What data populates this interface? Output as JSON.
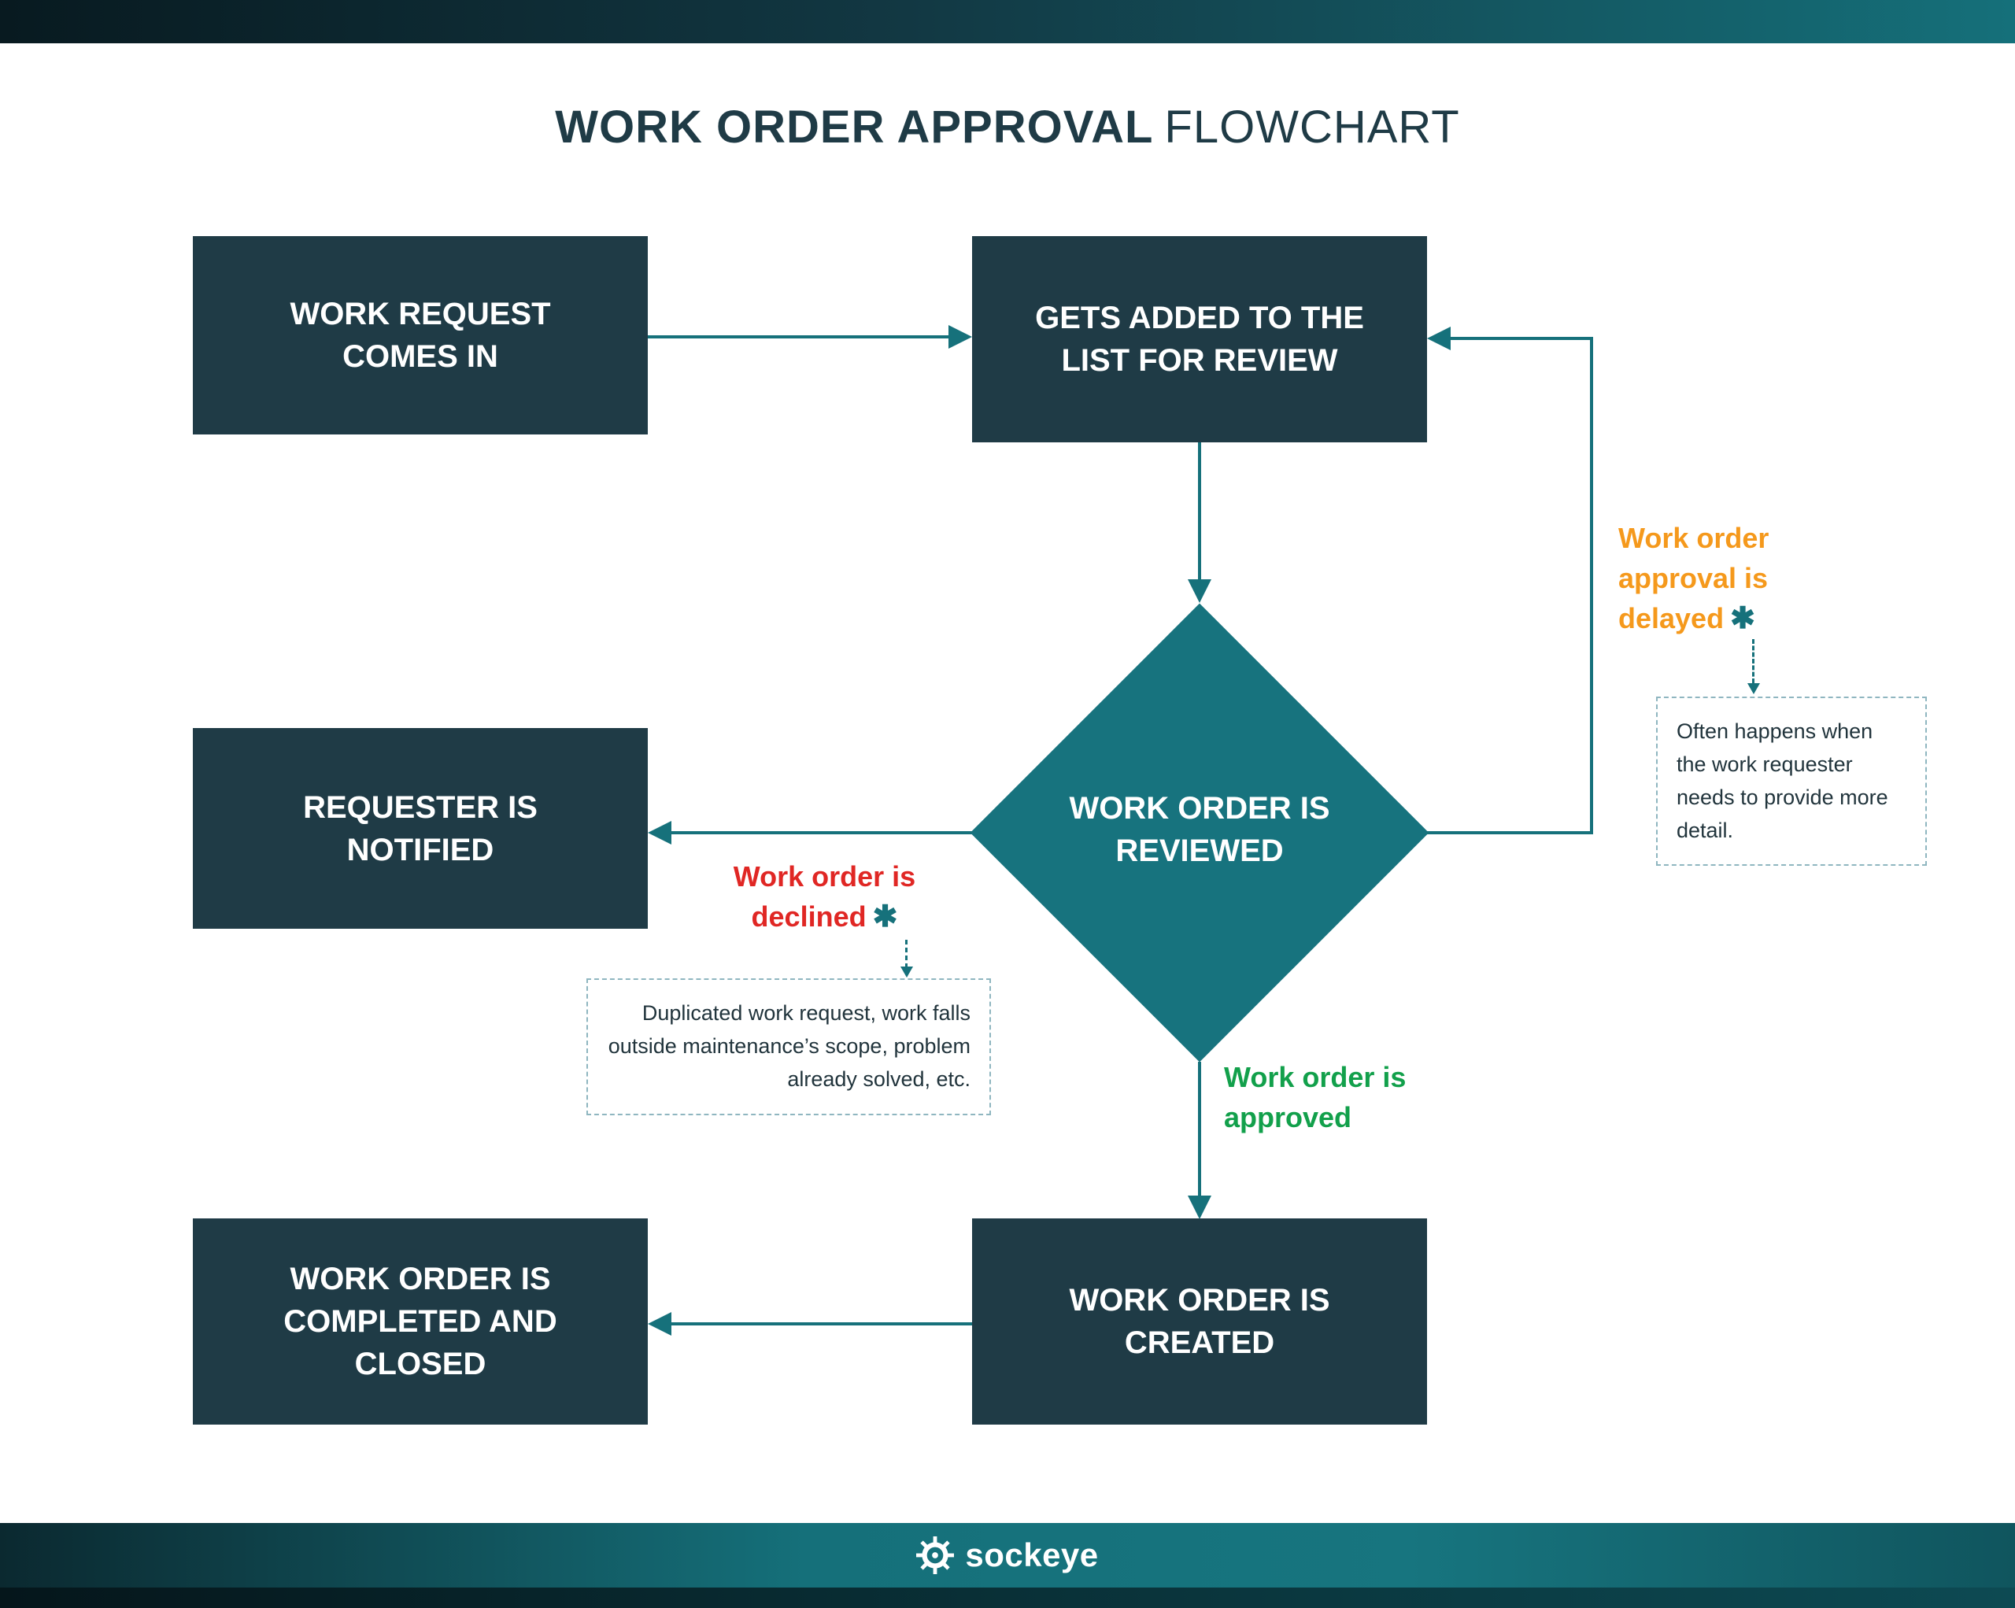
{
  "title": {
    "bold": "WORK ORDER APPROVAL",
    "light": "FLOWCHART"
  },
  "nodes": {
    "request": "WORK REQUEST COMES IN",
    "list": "GETS ADDED TO THE LIST FOR REVIEW",
    "review": "WORK ORDER IS REVIEWED",
    "notified": "REQUESTER IS NOTIFIED",
    "completed": "WORK ORDER IS COMPLETED AND CLOSED",
    "created": "WORK ORDER IS CREATED"
  },
  "edge_labels": {
    "delayed": "Work order approval is delayed",
    "declined": "Work order is declined",
    "approved": "Work order is approved",
    "asterisk": "✱"
  },
  "notes": {
    "delayed": "Often happens when the work requester needs to provide more detail.",
    "declined": "Duplicated work request, work falls outside maintenance’s scope, problem already solved, etc."
  },
  "footer": {
    "brand": "sockeye"
  },
  "colors": {
    "node": "#1f3b46",
    "diamond": "#17737e",
    "accent": "#16717b",
    "delayed": "#f5991c",
    "declined": "#e02724",
    "approved": "#12a04b"
  }
}
